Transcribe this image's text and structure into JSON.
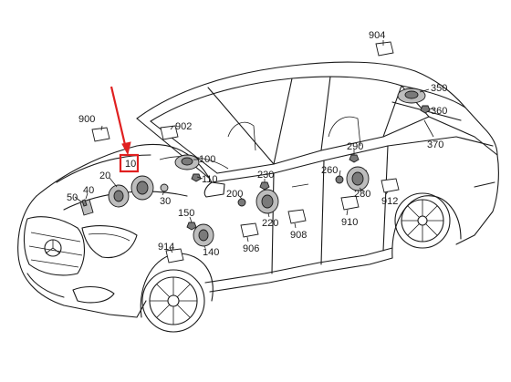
{
  "diagram": {
    "callouts": [
      {
        "id": "c904",
        "text": "904"
      },
      {
        "id": "c350",
        "text": "350"
      },
      {
        "id": "c360",
        "text": "360"
      },
      {
        "id": "c370",
        "text": "370"
      },
      {
        "id": "c900",
        "text": "900"
      },
      {
        "id": "c902",
        "text": "902"
      },
      {
        "id": "c100",
        "text": "100"
      },
      {
        "id": "c110",
        "text": "110"
      },
      {
        "id": "c10",
        "text": "10"
      },
      {
        "id": "c20",
        "text": "20"
      },
      {
        "id": "c30",
        "text": "30"
      },
      {
        "id": "c40",
        "text": "40"
      },
      {
        "id": "c50",
        "text": "50"
      },
      {
        "id": "c290",
        "text": "290"
      },
      {
        "id": "c260",
        "text": "260"
      },
      {
        "id": "c230",
        "text": "230"
      },
      {
        "id": "c280",
        "text": "280"
      },
      {
        "id": "c200",
        "text": "200"
      },
      {
        "id": "c220",
        "text": "220"
      },
      {
        "id": "c912",
        "text": "912"
      },
      {
        "id": "c910",
        "text": "910"
      },
      {
        "id": "c150",
        "text": "150"
      },
      {
        "id": "c908",
        "text": "908"
      },
      {
        "id": "c914",
        "text": "914"
      },
      {
        "id": "c906",
        "text": "906"
      },
      {
        "id": "c140",
        "text": "140"
      }
    ],
    "highlight": {
      "callout": "10",
      "color": "#e02020"
    },
    "colors": {
      "line": "#1a1a1a",
      "part_fill": "#bdbdbd",
      "highlight": "#e02020"
    }
  }
}
